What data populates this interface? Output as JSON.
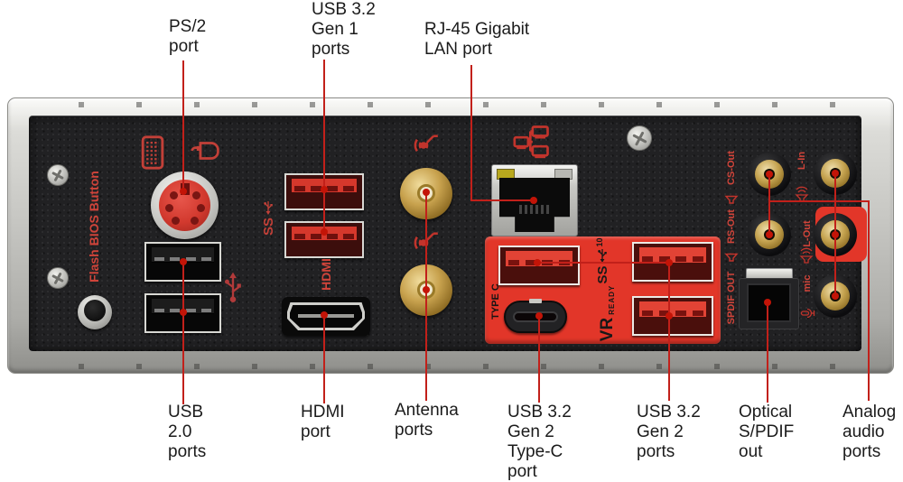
{
  "figure": {
    "kind": "motherboard rear I/O panel diagram"
  },
  "colors": {
    "leader_red": "#c2201a",
    "accent_red": "#d0443a",
    "block_red": "#e23629",
    "panel_black": "#212123",
    "silver": "#c9c9c5",
    "gold": "#c5a050",
    "led_yellow": "#bcae24",
    "label_text": "#1b1b1b"
  },
  "callouts": {
    "top": [
      {
        "id": "ps2-port",
        "lines": [
          "PS/2",
          "port"
        ]
      },
      {
        "id": "usb32-gen1-ports",
        "lines": [
          "USB 3.2",
          "Gen 1",
          "ports"
        ]
      },
      {
        "id": "rj45-lan-port",
        "lines": [
          "RJ-45 Gigabit",
          "LAN port"
        ]
      }
    ],
    "bottom": [
      {
        "id": "usb20-ports",
        "lines": [
          "USB",
          "2.0",
          "ports"
        ]
      },
      {
        "id": "hdmi-port",
        "lines": [
          "HDMI",
          "port"
        ]
      },
      {
        "id": "antenna-ports",
        "lines": [
          "Antenna",
          "ports"
        ]
      },
      {
        "id": "usb32-gen2-typec-port",
        "lines": [
          "USB 3.2",
          "Gen 2",
          "Type-C",
          "port"
        ]
      },
      {
        "id": "usb32-gen2-ports",
        "lines": [
          "USB 3.2",
          "Gen 2",
          "ports"
        ]
      },
      {
        "id": "optical-spdif-out",
        "lines": [
          "Optical",
          "S/PDIF",
          "out"
        ]
      },
      {
        "id": "analog-audio-ports",
        "lines": [
          "Analog",
          "audio",
          "ports"
        ]
      }
    ]
  },
  "panel": {
    "flash_bios_button_label": "Flash BIOS Button",
    "hdmi_label": "HDMI",
    "type_c_label": "TYPE C",
    "ss_label": "SS",
    "ss_gen2_speed": "10",
    "vr_label": "VR",
    "vr_ready_label": "READY",
    "spdif_label": "SPDIF OUT",
    "audio_labels": {
      "cs_out": "CS-Out",
      "l_in": "L-In",
      "rs_out": "RS-Out",
      "l_out": "L-Out",
      "mic": "mic"
    },
    "icons": [
      "keyboard-icon",
      "mouse-icon",
      "usb-icon",
      "superspeed-usb-icon",
      "superspeed-usb-10-icon",
      "wifi-antenna-icon",
      "lan-network-icon",
      "speaker-icon",
      "speaker-waves-icon",
      "mic-icon",
      "screw",
      "flash-bios-button"
    ]
  }
}
